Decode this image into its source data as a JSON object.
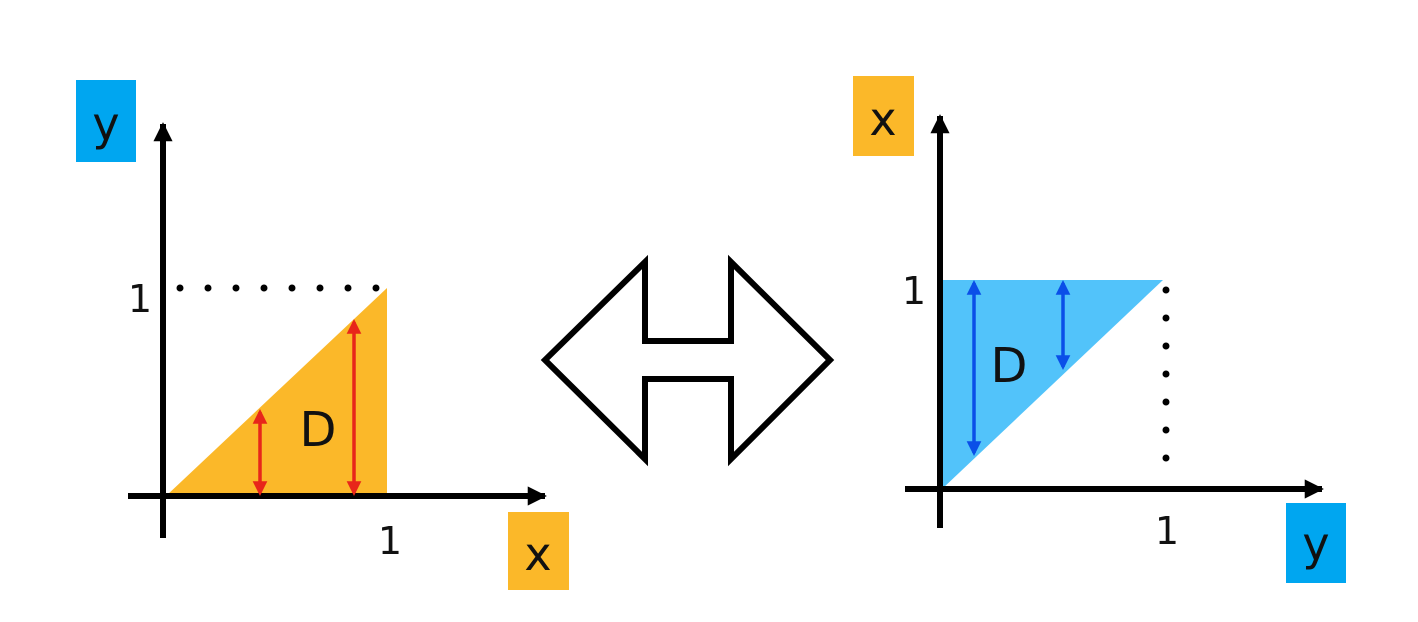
{
  "left_panel": {
    "vertical_axis_label": "y",
    "horizontal_axis_label": "x",
    "vertical_tick": "1",
    "horizontal_tick": "1",
    "region_label": "D",
    "region_color": "#FBB829",
    "arrow_color": "#E8261A",
    "vertical_label_bg": "#00A6F0",
    "horizontal_label_bg": "#FBB829"
  },
  "right_panel": {
    "vertical_axis_label": "x",
    "horizontal_axis_label": "y",
    "vertical_tick": "1",
    "horizontal_tick": "1",
    "region_label": "D",
    "region_color": "#52C3FA",
    "arrow_color": "#0A4FE8",
    "vertical_label_bg": "#FBB829",
    "horizontal_label_bg": "#00A6F0"
  },
  "center": {
    "icon": "double-arrow-outline-icon"
  }
}
